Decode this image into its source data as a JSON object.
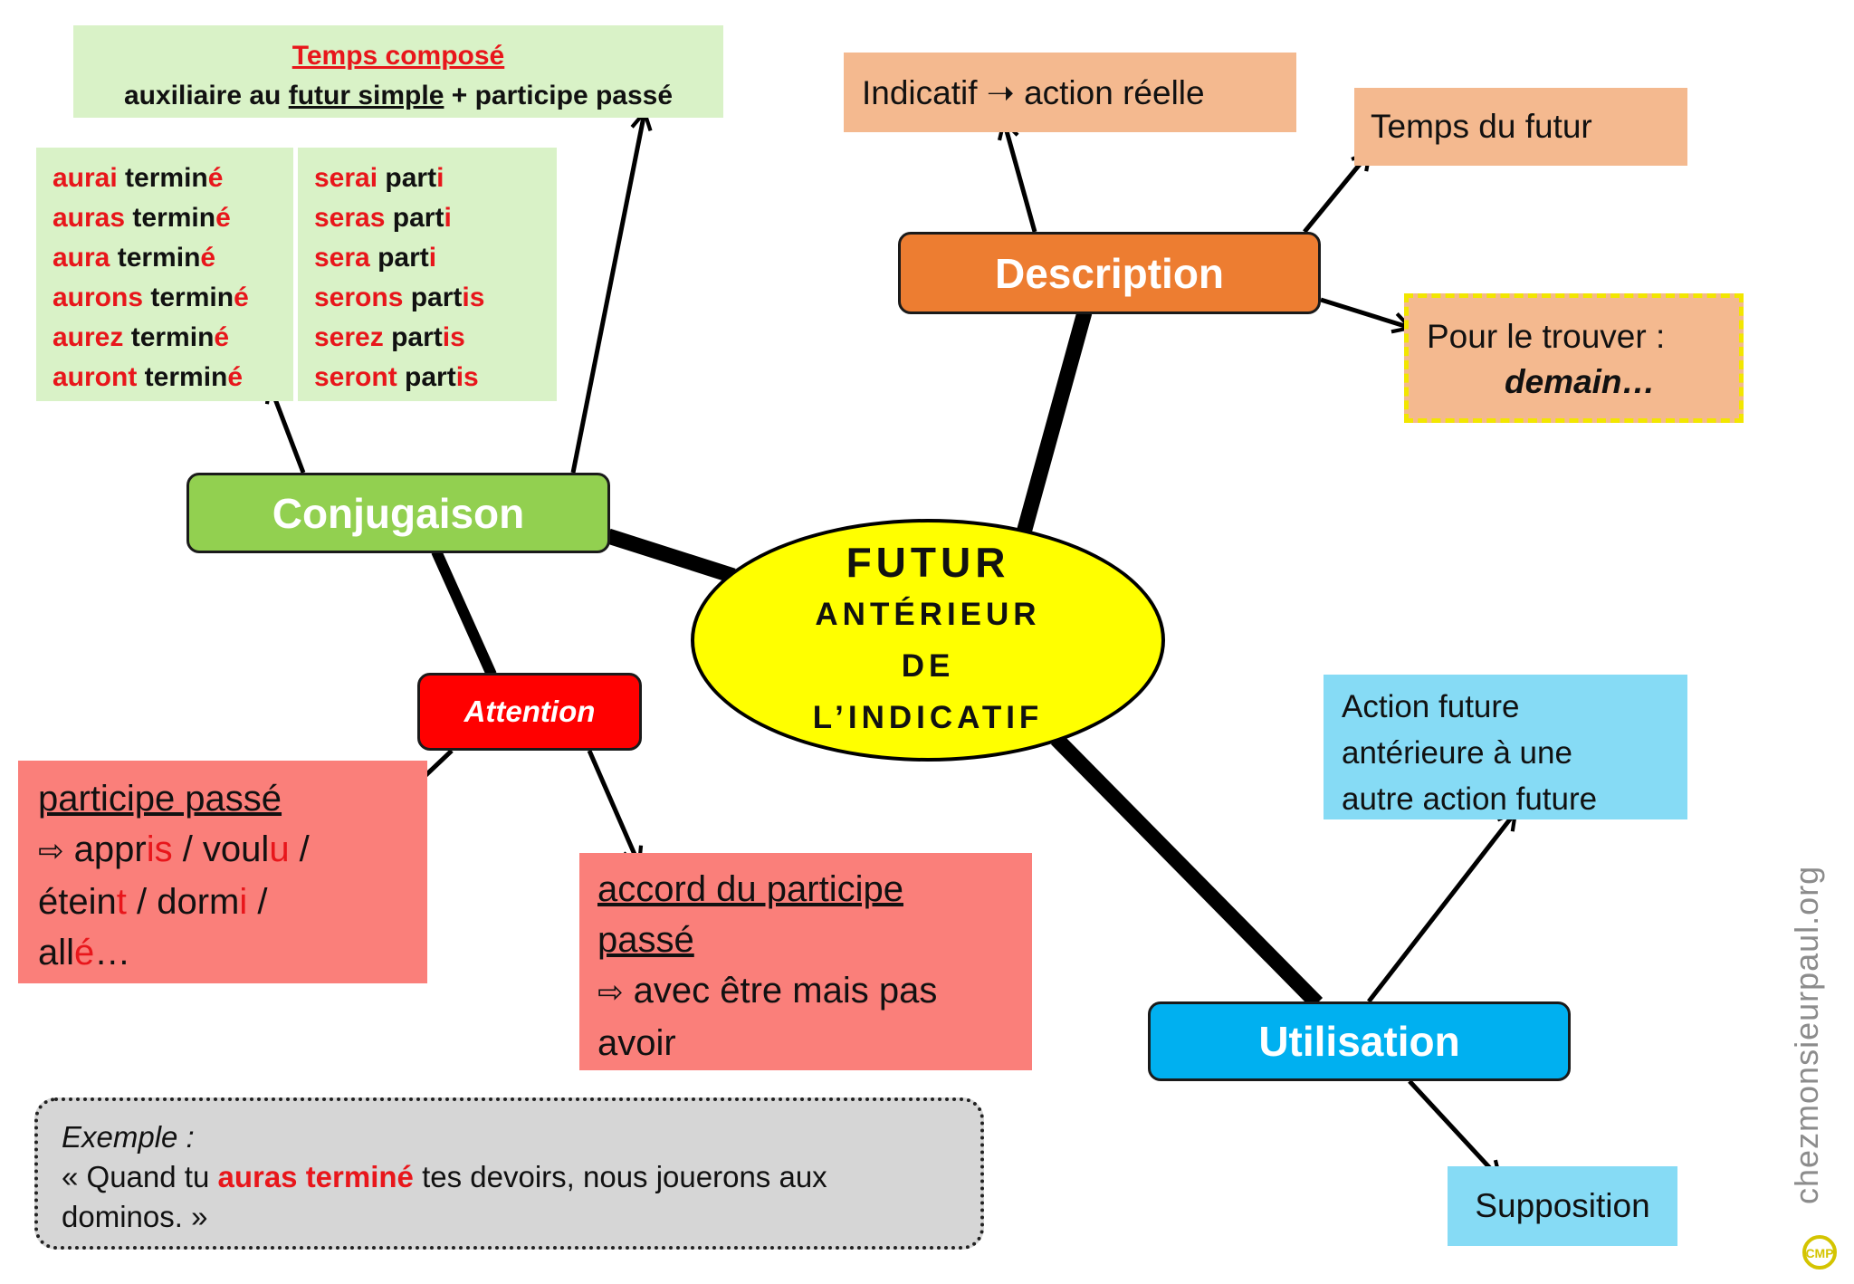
{
  "center": {
    "line1": "FUTUR",
    "line2": "ANTÉRIEUR",
    "line3": "DE",
    "line4": "L’INDICATIF"
  },
  "conjugaison": {
    "header": "Conjugaison",
    "temps_compose": {
      "title": "Temps composé",
      "formula_pre": "auxiliaire au ",
      "formula_link": "futur simple",
      "formula_post": " + participe passé"
    },
    "terminer": [
      {
        "aux": "aurai",
        "stem": " terminé",
        "ending": ""
      },
      {
        "aux": "auras",
        "stem": " terminé",
        "ending": ""
      },
      {
        "aux": "aura",
        "stem": " terminé",
        "ending": ""
      },
      {
        "aux": "aurons",
        "stem": " terminé",
        "ending": ""
      },
      {
        "aux": "aurez",
        "stem": " terminé",
        "ending": ""
      },
      {
        "aux": "auront",
        "stem": " terminé",
        "ending": ""
      }
    ],
    "terminer_endings": [
      "é",
      "é",
      "é",
      "é",
      "é",
      "é"
    ],
    "partir": [
      {
        "aux": "serai",
        "stem": " part",
        "ending": "i"
      },
      {
        "aux": "seras",
        "stem": " part",
        "ending": "i"
      },
      {
        "aux": "sera",
        "stem": " part",
        "ending": "i"
      },
      {
        "aux": "serons",
        "stem": " part",
        "ending": "is"
      },
      {
        "aux": "serez",
        "stem": " part",
        "ending": "is"
      },
      {
        "aux": "seront",
        "stem": " part",
        "ending": "is"
      }
    ]
  },
  "description": {
    "header": "Description",
    "indicatif": "Indicatif ➝ action réelle",
    "temps_futur": "Temps du futur",
    "trouver_label": "Pour le trouver :",
    "trouver_example": "demain…"
  },
  "utilisation": {
    "header": "Utilisation",
    "action_future": [
      "Action future",
      "antérieure à une",
      "autre action future"
    ],
    "supposition": "Supposition"
  },
  "attention": {
    "header": "Attention",
    "pp_title": "participe passé",
    "pp_arrow": "⇨",
    "pp_examples": [
      {
        "stem": "appr",
        "ending": "is",
        "sep": " / "
      },
      {
        "stem": "voul",
        "ending": "u",
        "sep": " /"
      },
      {
        "stem": "étein",
        "ending": "t",
        "sep": " / "
      },
      {
        "stem": "dorm",
        "ending": "i",
        "sep": " /"
      },
      {
        "stem": "all",
        "ending": "é",
        "sep": "…"
      }
    ],
    "accord_title_1": "accord du participe",
    "accord_title_2": "passé",
    "accord_arrow": "⇨",
    "accord_text_1": " avec être mais pas",
    "accord_text_2": "avoir"
  },
  "exemple": {
    "label": "Exemple :",
    "pre": "« Quand tu ",
    "highlight": "auras terminé",
    "post": " tes devoirs, nous jouerons aux",
    "line2": "dominos. »"
  },
  "watermark": "chezmonsieurpaul.org",
  "logo_text": "CMP",
  "colors": {
    "center": "#ffff00",
    "conjugaison": "#92d050",
    "description": "#ed7d31",
    "utilisation": "#00b0f0",
    "attention": "#ff0000",
    "green_box": "#d9f2c7",
    "peach_box": "#f4b98f",
    "blue_box": "#86dbf5",
    "pink_box": "#fa7f7a",
    "highlight_red": "#e8161b"
  }
}
